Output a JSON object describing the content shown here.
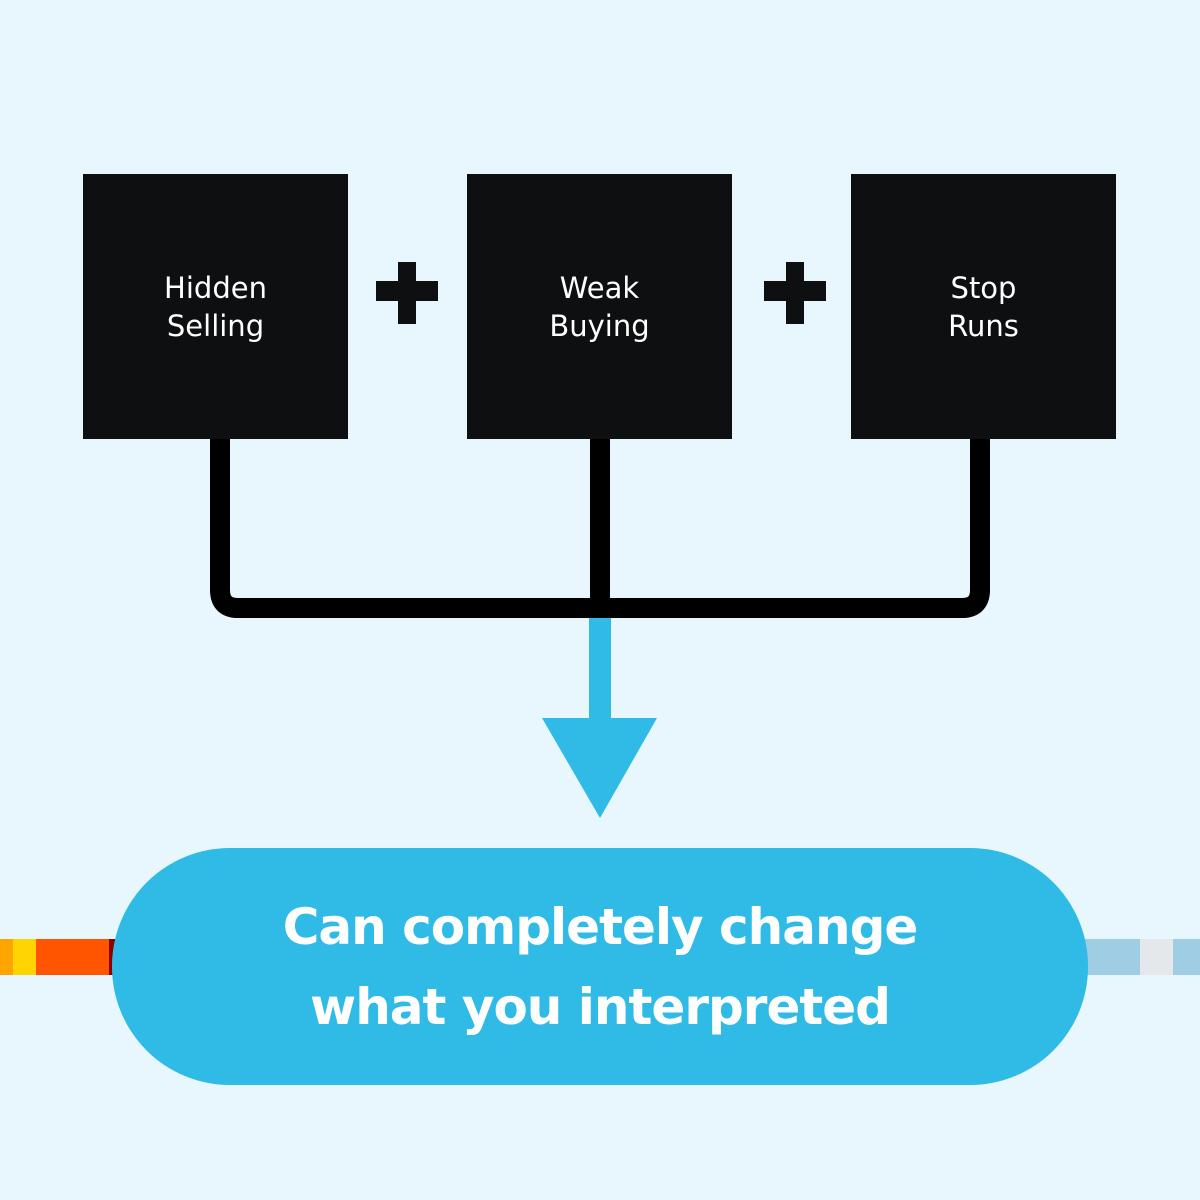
{
  "factors": [
    {
      "label": "Hidden\nSelling"
    },
    {
      "label": "Weak\nBuying"
    },
    {
      "label": "Stop\nRuns"
    }
  ],
  "operators": [
    "plus-icon",
    "plus-icon"
  ],
  "result": {
    "label": "Can completely change\nwhat you interpreted"
  },
  "colors": {
    "background": "#e8f7fd",
    "box": "#0e0f11",
    "accent": "#30bbe6",
    "left_bar": [
      "#ffa500",
      "#ffd400",
      "#ff5500",
      "#8b0000"
    ],
    "right_bar": [
      "#9fcde3",
      "#e5e8ea",
      "#9fcde3"
    ]
  }
}
